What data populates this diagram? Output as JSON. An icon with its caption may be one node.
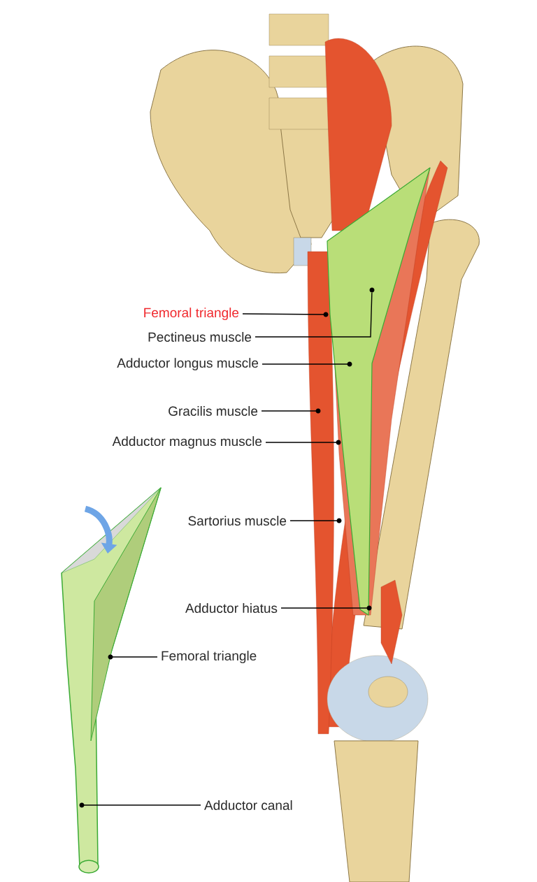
{
  "diagram": {
    "nodes": [
      {
        "text": [
          "Femoral triangle"
        ]
      },
      {
        "text": [
          "Pectineus muscle"
        ]
      },
      {
        "text": [
          "Adductor longus muscle"
        ]
      },
      {
        "text": [
          "Gracilis muscle"
        ]
      },
      {
        "text": [
          "Adductor magnus muscle"
        ]
      },
      {
        "text": [
          "Sartorius muscle"
        ]
      },
      {
        "text": [
          "Adductor hiatus"
        ]
      },
      {
        "text": [
          "Femoral triangle"
        ]
      },
      {
        "text": [
          "Adductor canal"
        ]
      },
      {
        "text": [],
        "shape": "circle"
      },
      {
        "text": [],
        "shape": "circle"
      },
      {
        "text": [],
        "shape": "circle"
      },
      {
        "text": [],
        "shape": "circle"
      },
      {
        "text": [],
        "shape": "circle"
      },
      {
        "text": [],
        "shape": "circle"
      },
      {
        "text": [],
        "shape": "circle"
      },
      {
        "text": [],
        "shape": "circle"
      },
      {
        "text": [],
        "shape": "circle"
      }
    ],
    "edges": [
      {
        "from": 0,
        "to": 9,
        "arrow": "none"
      },
      {
        "from": 1,
        "to": 10,
        "arrow": "none"
      },
      {
        "from": 2,
        "to": 11,
        "arrow": "none"
      },
      {
        "from": 3,
        "to": 12,
        "arrow": "none"
      },
      {
        "from": 4,
        "to": 13,
        "arrow": "none"
      },
      {
        "from": 5,
        "to": 14,
        "arrow": "none"
      },
      {
        "from": 6,
        "to": 15,
        "arrow": "none"
      },
      {
        "from": 7,
        "to": 16,
        "arrow": "none"
      },
      {
        "from": 8,
        "to": 17,
        "arrow": "none"
      }
    ]
  }
}
